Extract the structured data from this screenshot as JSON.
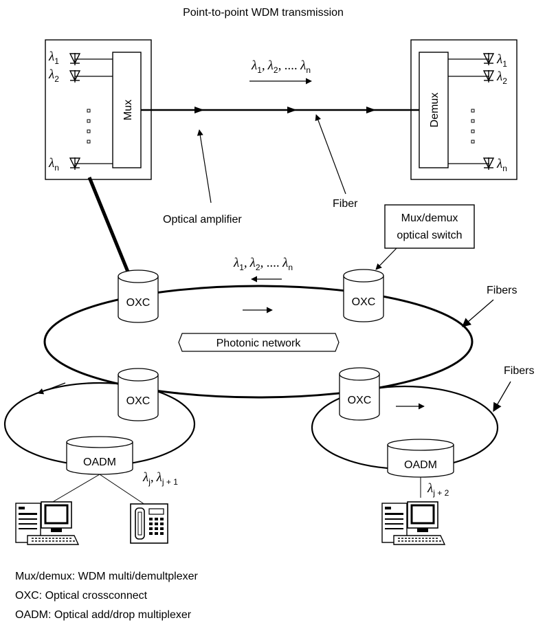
{
  "title": "Point-to-point WDM transmission",
  "mux": {
    "label": "Mux"
  },
  "demux": {
    "label": "Demux"
  },
  "wavelengths": {
    "lambda": "λ",
    "sub1": "1",
    "sub2": "2",
    "subn": "n",
    "comma": ",",
    "ellipsis": ", ....",
    "subj": "j",
    "subj1": "j + 1",
    "subj2": "j + 2"
  },
  "labels": {
    "optical_amplifier": "Optical amplifier",
    "fiber": "Fiber",
    "fibers": "Fibers",
    "mux_demux_switch_line1": "Mux/demux",
    "mux_demux_switch_line2": "optical switch",
    "photonic_network": "Photonic network",
    "oxc": "OXC",
    "oadm": "OADM"
  },
  "legend": [
    "Mux/demux: WDM multi/demultplexer",
    "OXC: Optical crossconnect",
    "OADM: Optical add/drop multiplexer"
  ]
}
